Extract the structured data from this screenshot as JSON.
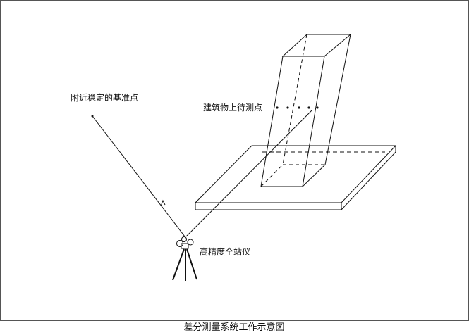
{
  "diagram": {
    "labels": {
      "benchmark": "附近稳定的基准点",
      "building_points": "建筑物上待测点",
      "instrument": "高精度全站仪"
    },
    "caption": "差分测量系统工作示意图"
  }
}
